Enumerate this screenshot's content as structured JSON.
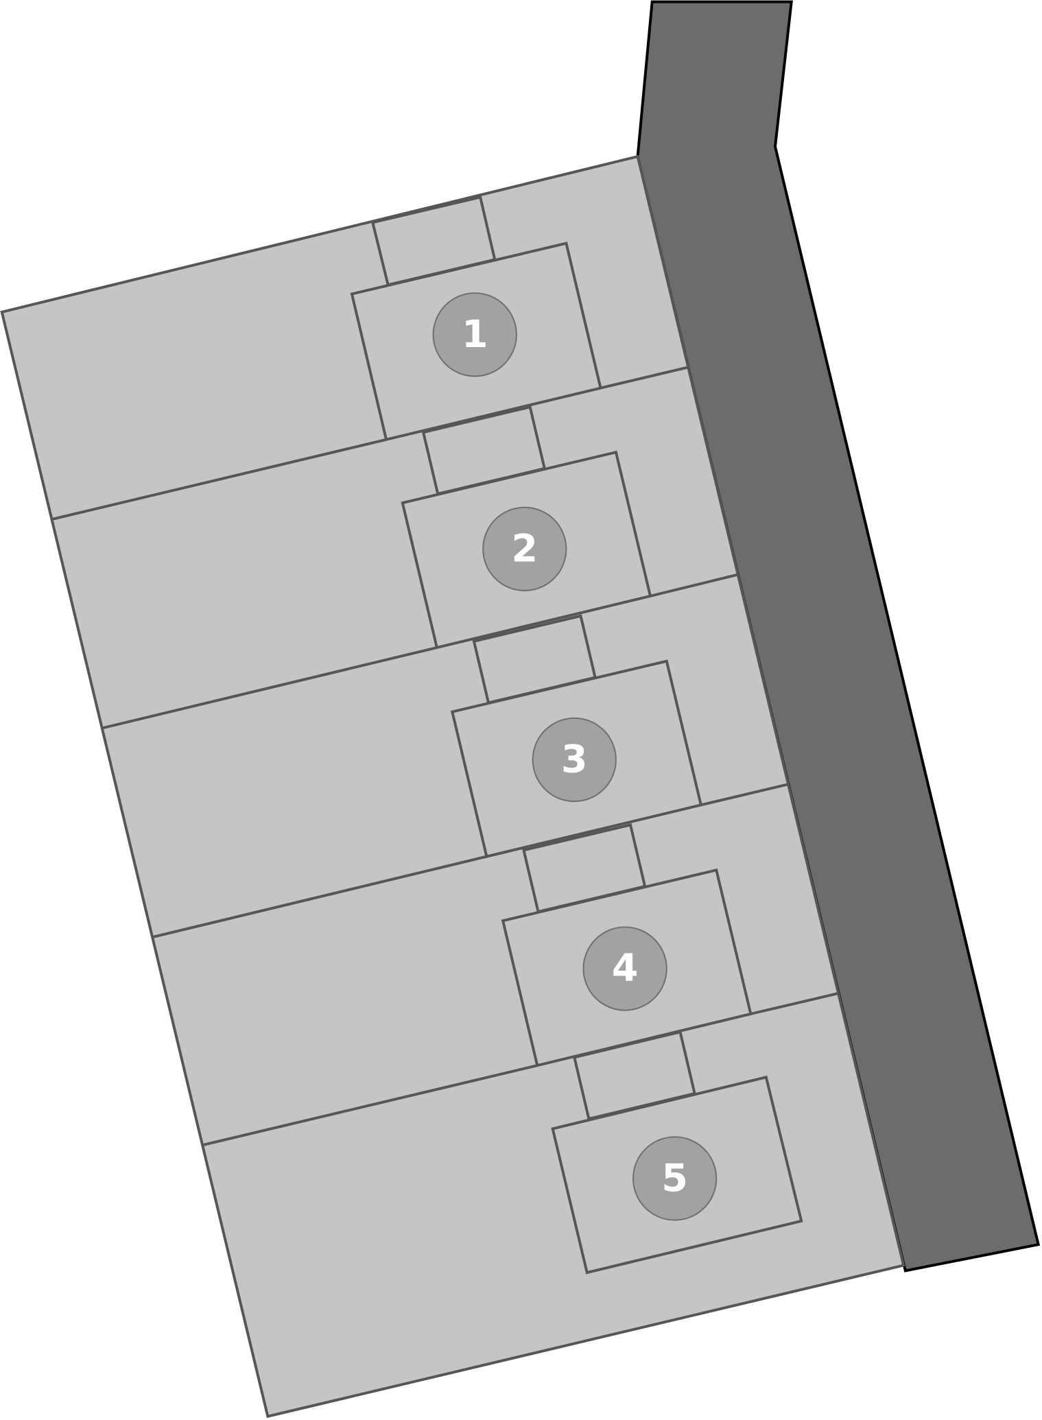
{
  "map": {
    "type": "site-plan",
    "colors": {
      "background": "#ffffff",
      "lot_fill": "#c5c5c5",
      "lot_stroke": "#565656",
      "road_fill": "#6d6b6c",
      "road_stroke": "#000000",
      "marker_fill": "#a2a2a2",
      "marker_text": "#ffffff"
    },
    "markers": [
      {
        "label": "1"
      },
      {
        "label": "2"
      },
      {
        "label": "3"
      },
      {
        "label": "4"
      },
      {
        "label": "5"
      }
    ]
  }
}
